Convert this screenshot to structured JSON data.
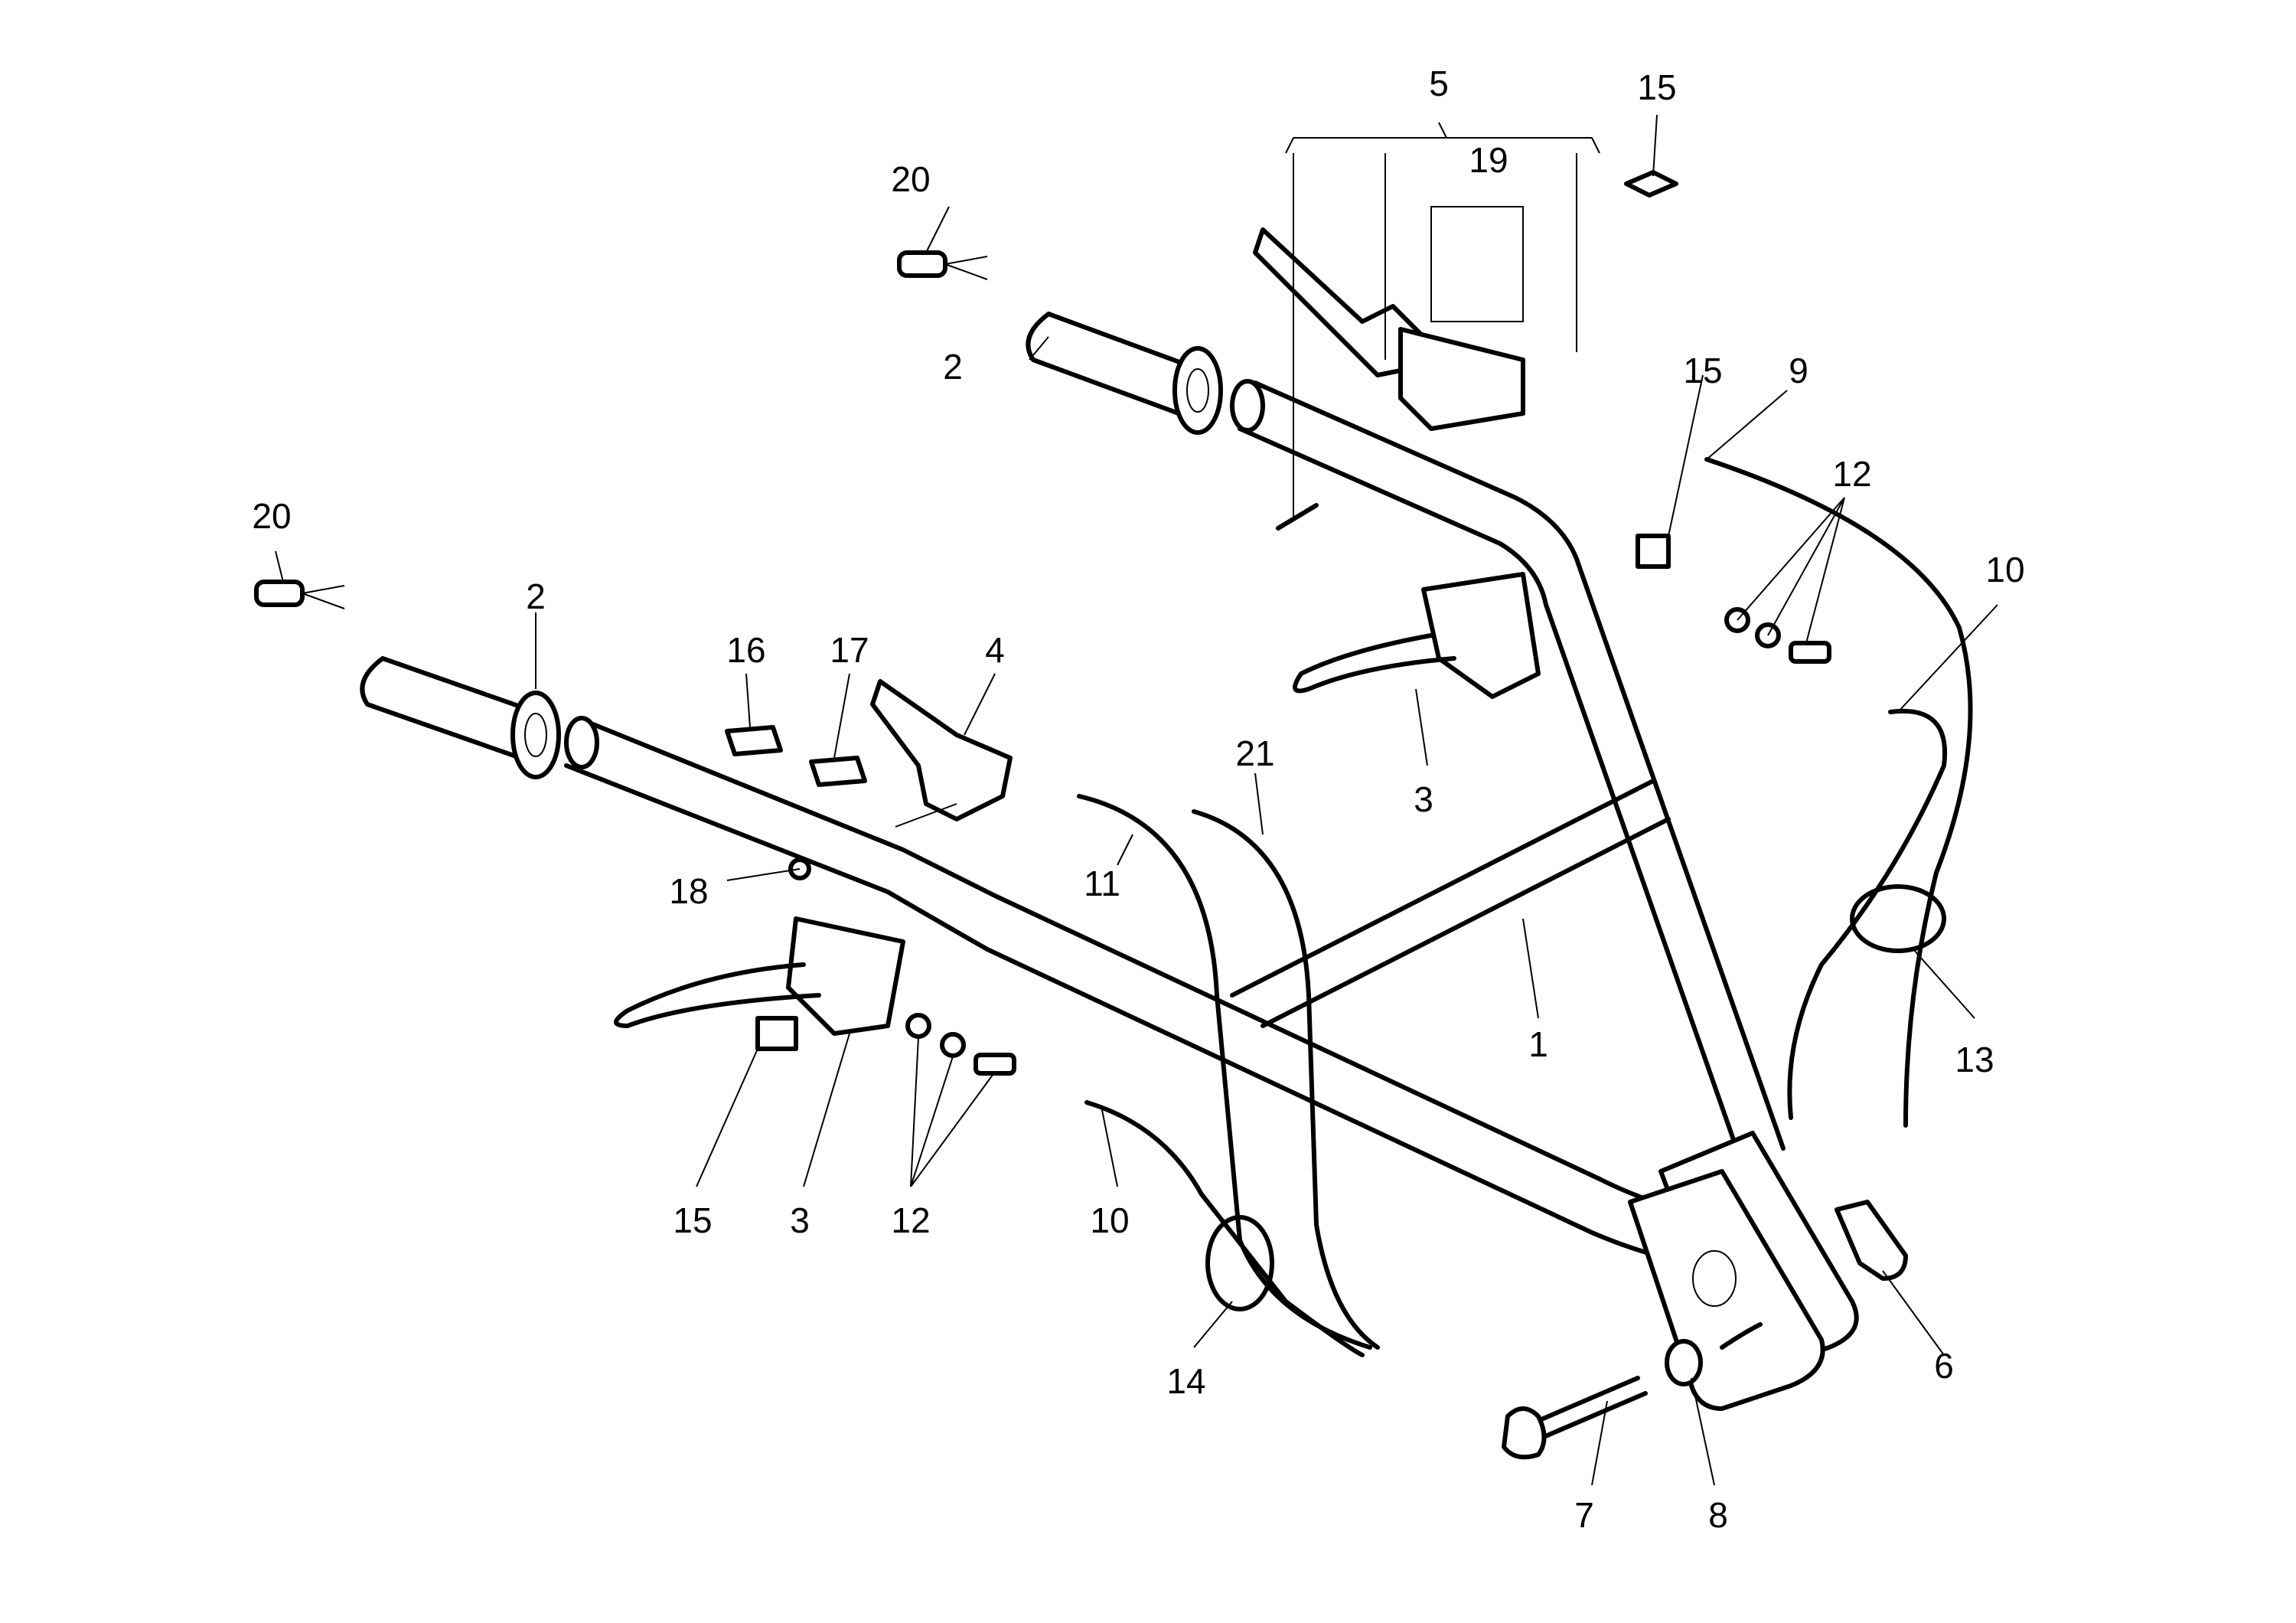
{
  "diagram": {
    "type": "exploded-parts-diagram",
    "subject": "handlebar assembly with controls and cables",
    "callouts": [
      {
        "id": "c1",
        "label": "1"
      },
      {
        "id": "c2a",
        "label": "2"
      },
      {
        "id": "c2b",
        "label": "2"
      },
      {
        "id": "c3a",
        "label": "3"
      },
      {
        "id": "c3b",
        "label": "3"
      },
      {
        "id": "c4",
        "label": "4"
      },
      {
        "id": "c5",
        "label": "5"
      },
      {
        "id": "c6",
        "label": "6"
      },
      {
        "id": "c7",
        "label": "7"
      },
      {
        "id": "c8",
        "label": "8"
      },
      {
        "id": "c9",
        "label": "9"
      },
      {
        "id": "c10a",
        "label": "10"
      },
      {
        "id": "c10b",
        "label": "10"
      },
      {
        "id": "c11",
        "label": "11"
      },
      {
        "id": "c12a",
        "label": "12"
      },
      {
        "id": "c12b",
        "label": "12"
      },
      {
        "id": "c13",
        "label": "13"
      },
      {
        "id": "c14",
        "label": "14"
      },
      {
        "id": "c15a",
        "label": "15"
      },
      {
        "id": "c15b",
        "label": "15"
      },
      {
        "id": "c15c",
        "label": "15"
      },
      {
        "id": "c16",
        "label": "16"
      },
      {
        "id": "c17",
        "label": "17"
      },
      {
        "id": "c18",
        "label": "18"
      },
      {
        "id": "c19",
        "label": "19"
      },
      {
        "id": "c20a",
        "label": "20"
      },
      {
        "id": "c20b",
        "label": "20"
      },
      {
        "id": "c21",
        "label": "21"
      }
    ]
  }
}
